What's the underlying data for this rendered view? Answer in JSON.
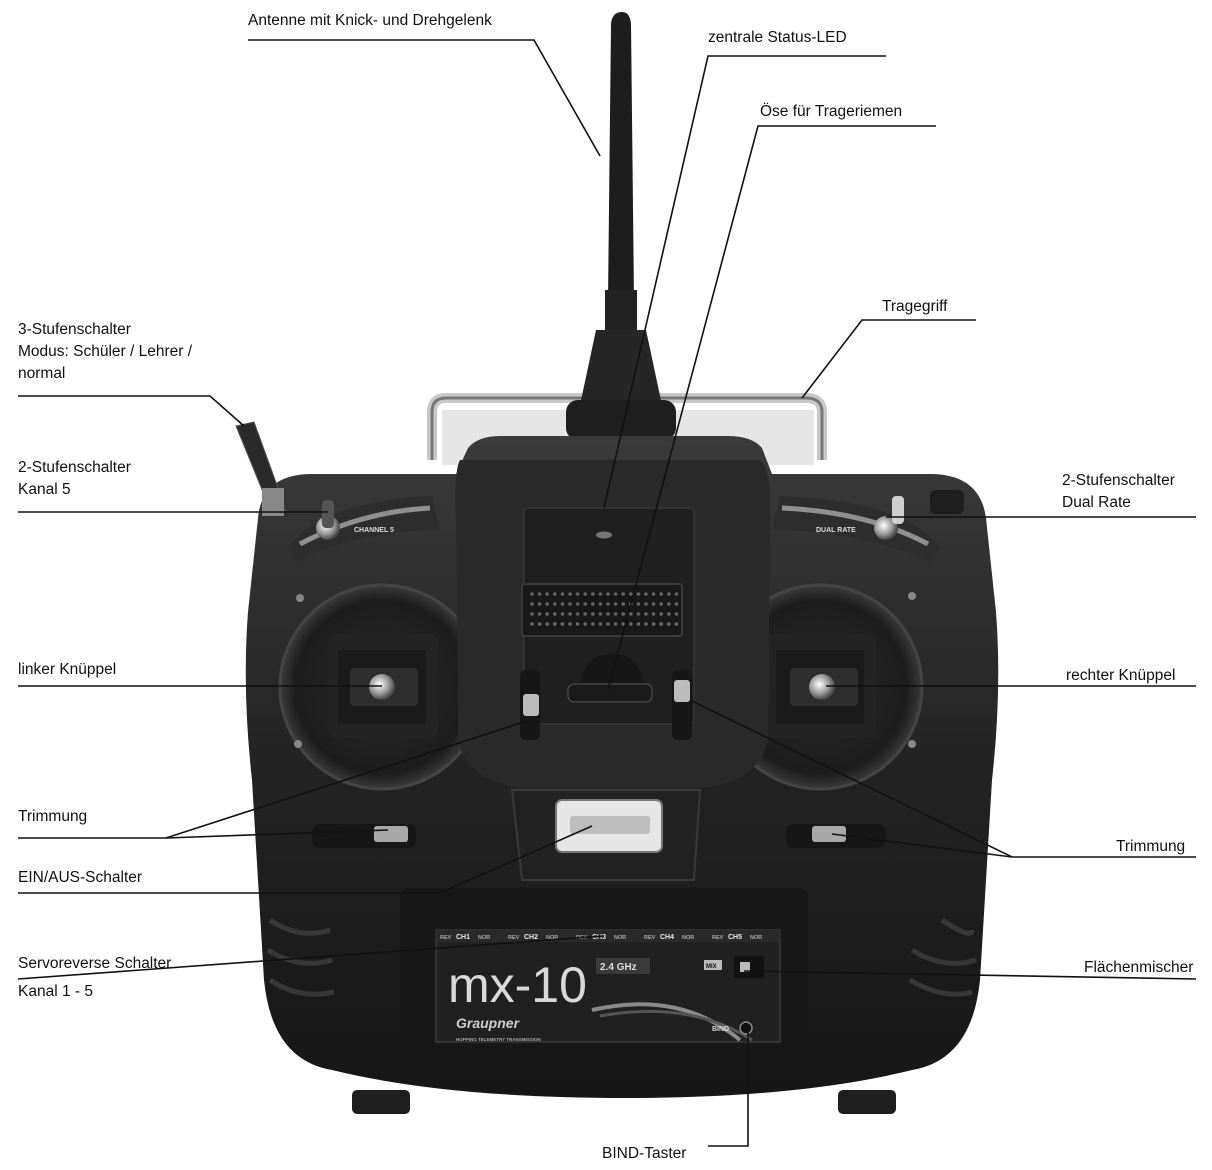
{
  "callouts": {
    "antenna": "Antenne mit Knick- und Drehgelenk",
    "status_led": "zentrale Status-LED",
    "strap_eyelet": "Öse für Trageriemen",
    "handle": "Tragegriff",
    "switch3": [
      "3-Stufenschalter",
      "Modus:  Schüler / Lehrer /",
      "normal"
    ],
    "switch2_left": [
      "2-Stufenschalter",
      "Kanal 5"
    ],
    "switch2_right": [
      "2-Stufenschalter",
      "Dual Rate"
    ],
    "left_stick": "linker Knüppel",
    "right_stick": "rechter Knüppel",
    "trim_left": "Trimmung",
    "trim_right": "Trimmung",
    "power_switch": "EIN/AUS-Schalter",
    "servo_reverse": [
      "Servoreverse Schalter",
      "Kanal 1 - 5"
    ],
    "wing_mixer": "Flächenmischer",
    "bind_button": "BIND-Taster"
  },
  "device_labels": {
    "channel5": "CHANNEL 5",
    "dual_rate": "DUAL RATE",
    "model": "mx-10",
    "band": "2.4 GHz",
    "brand": "Graupner",
    "brand_sub": "HOPPING TELEMETRY TRANSMISSION",
    "mix": "MIX",
    "bind": "BIND",
    "rev": "REV",
    "nor": "NOR",
    "channels": [
      "CH1",
      "CH2",
      "CH3",
      "CH4",
      "CH5"
    ]
  }
}
